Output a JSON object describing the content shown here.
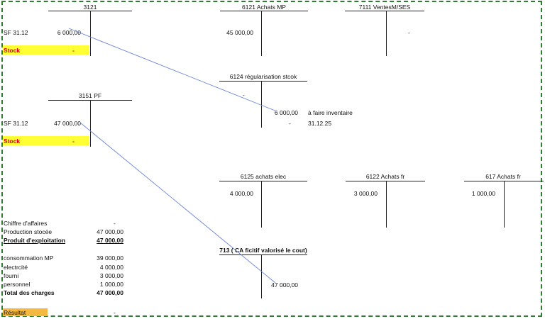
{
  "accounts": {
    "a3121": {
      "title": "3121",
      "row_label": "SF 31.12",
      "debit": "6 000,00",
      "stock_label": "Stock",
      "stock_value": "-"
    },
    "a6121": {
      "title": "6121 Achats MP",
      "debit": "45 000,00"
    },
    "a7111": {
      "title": "7111 VentesM/SES",
      "credit": "-"
    },
    "a6124": {
      "title": "6124 régularisation stcok",
      "debit": "-",
      "credit1": "6 000,00",
      "credit2": "-",
      "note1": "à faire inventaire",
      "note2": "31.12.25"
    },
    "a3151": {
      "title": "3151 PF",
      "row_label": "SF 31.12",
      "debit": "47 000,00",
      "stock_label": "Stock",
      "stock_value": "-"
    },
    "a6125": {
      "title": "6125 achats elec",
      "debit": "4 000,00"
    },
    "a6122": {
      "title": "6122 Achats fr",
      "debit": "3 000,00"
    },
    "a617": {
      "title": "617 Achats fr",
      "debit": "1 000,00"
    },
    "a713": {
      "title": "713 ( CA ficitif valorisé le cout)",
      "credit": "47 000,00"
    }
  },
  "summary": {
    "ca_label": "Chiffre d'affaires",
    "ca_value": "-",
    "prod_label": "Production stocée",
    "prod_value": "47 000,00",
    "pe_label": "Produit d'exploitation",
    "pe_value": "47 000,00",
    "mp_label": "consommation MP",
    "mp_value": "39 000,00",
    "elec_label": "electrcité",
    "elec_value": "4 000,00",
    "four_label": "fourni",
    "four_value": "3 000,00",
    "pers_label": "personnel",
    "pers_value": "1 000,00",
    "tc_label": "Total des charges",
    "tc_value": "47 000,00",
    "res_label": "Résultat",
    "res_value": "-"
  },
  "colors": {
    "stock_fill": "#ffff33",
    "result_fill": "#f5b942",
    "link_line": "#6d86d6",
    "frame": "#2e7d32"
  }
}
